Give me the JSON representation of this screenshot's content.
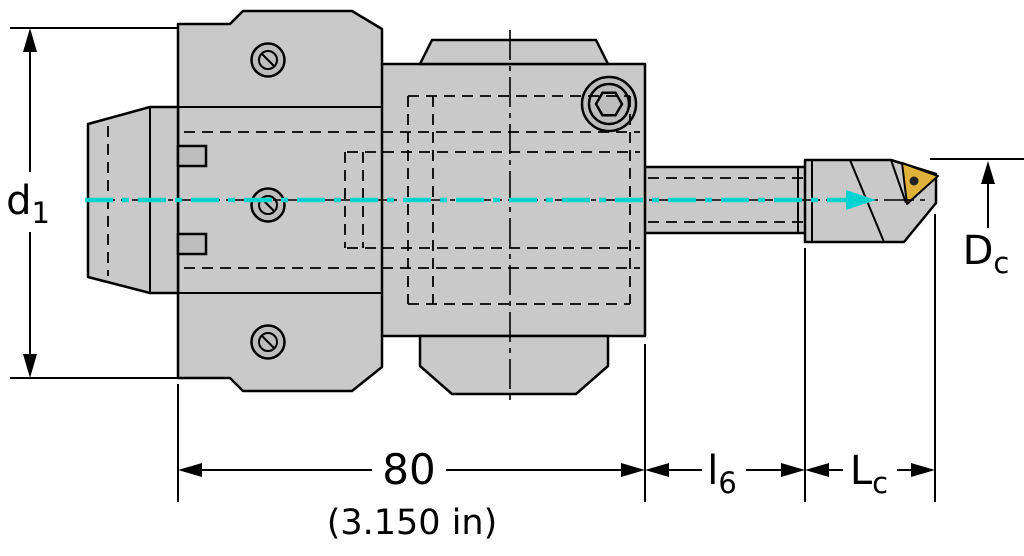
{
  "drawing": {
    "type": "technical-drawing",
    "description": "Dimensioned side view of a modular boring tool holder with indexable insert",
    "labels": {
      "d1": {
        "main": "d",
        "sub": "1"
      },
      "l6": {
        "main": "l",
        "sub": "6"
      },
      "lc": {
        "main": "L",
        "sub": "c"
      },
      "dc": {
        "main": "D",
        "sub": "c"
      }
    },
    "dimensions": {
      "length_value": "80",
      "length_alt": "(3.150 in)"
    },
    "colors": {
      "body_fill": "#c9c9c9",
      "body_fill_dark": "#bdbdbd",
      "outline": "#000000",
      "centerline": "#00d2d2",
      "insert_fill": "#e0b23a",
      "background": "#ffffff"
    }
  }
}
